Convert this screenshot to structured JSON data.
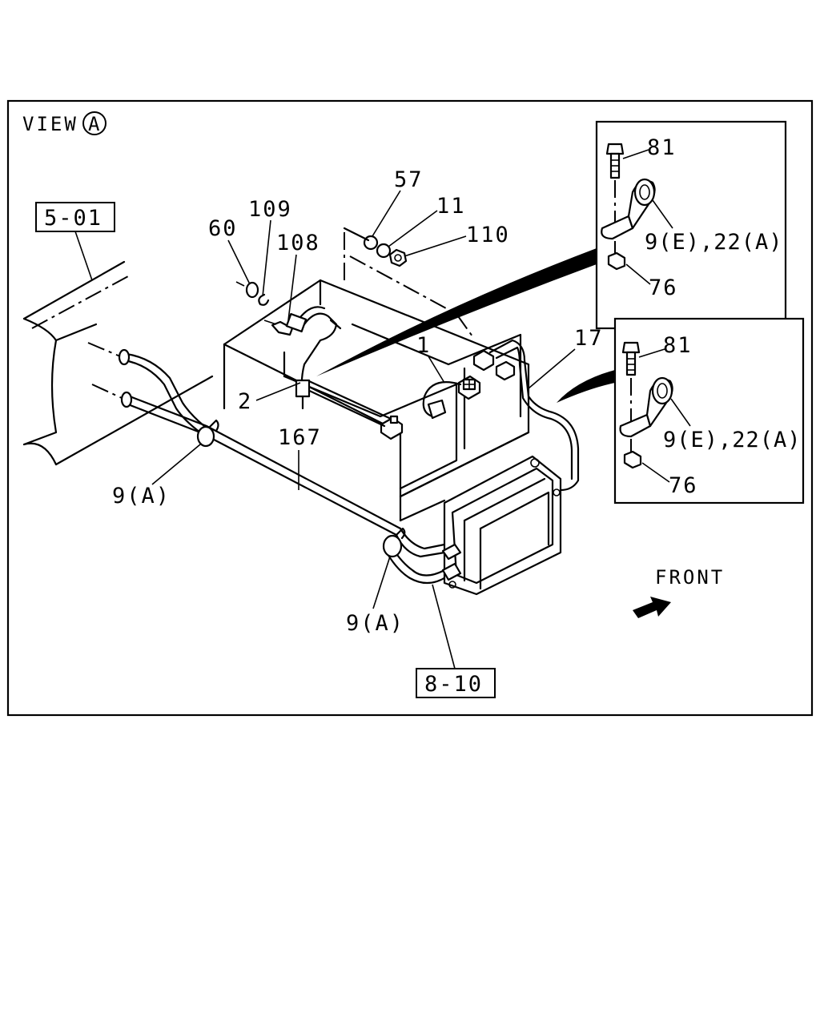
{
  "view_label": "VIEW",
  "view_marker": "A",
  "front_label": "FRONT",
  "ref_boxes": {
    "frame": "5-01",
    "harness": "8-10"
  },
  "callouts": {
    "c57": "57",
    "c11": "11",
    "c110": "110",
    "c109": "109",
    "c60": "60",
    "c108": "108",
    "c1": "1",
    "c17": "17",
    "c2": "2",
    "c167": "167",
    "c9a_left": "9(A)",
    "c9a_bottom": "9(A)"
  },
  "detail_top": {
    "bolt": "81",
    "clip": "9(E),22(A)",
    "nut": "76"
  },
  "detail_bottom": {
    "bolt": "81",
    "clip": "9(E),22(A)",
    "nut": "76"
  }
}
